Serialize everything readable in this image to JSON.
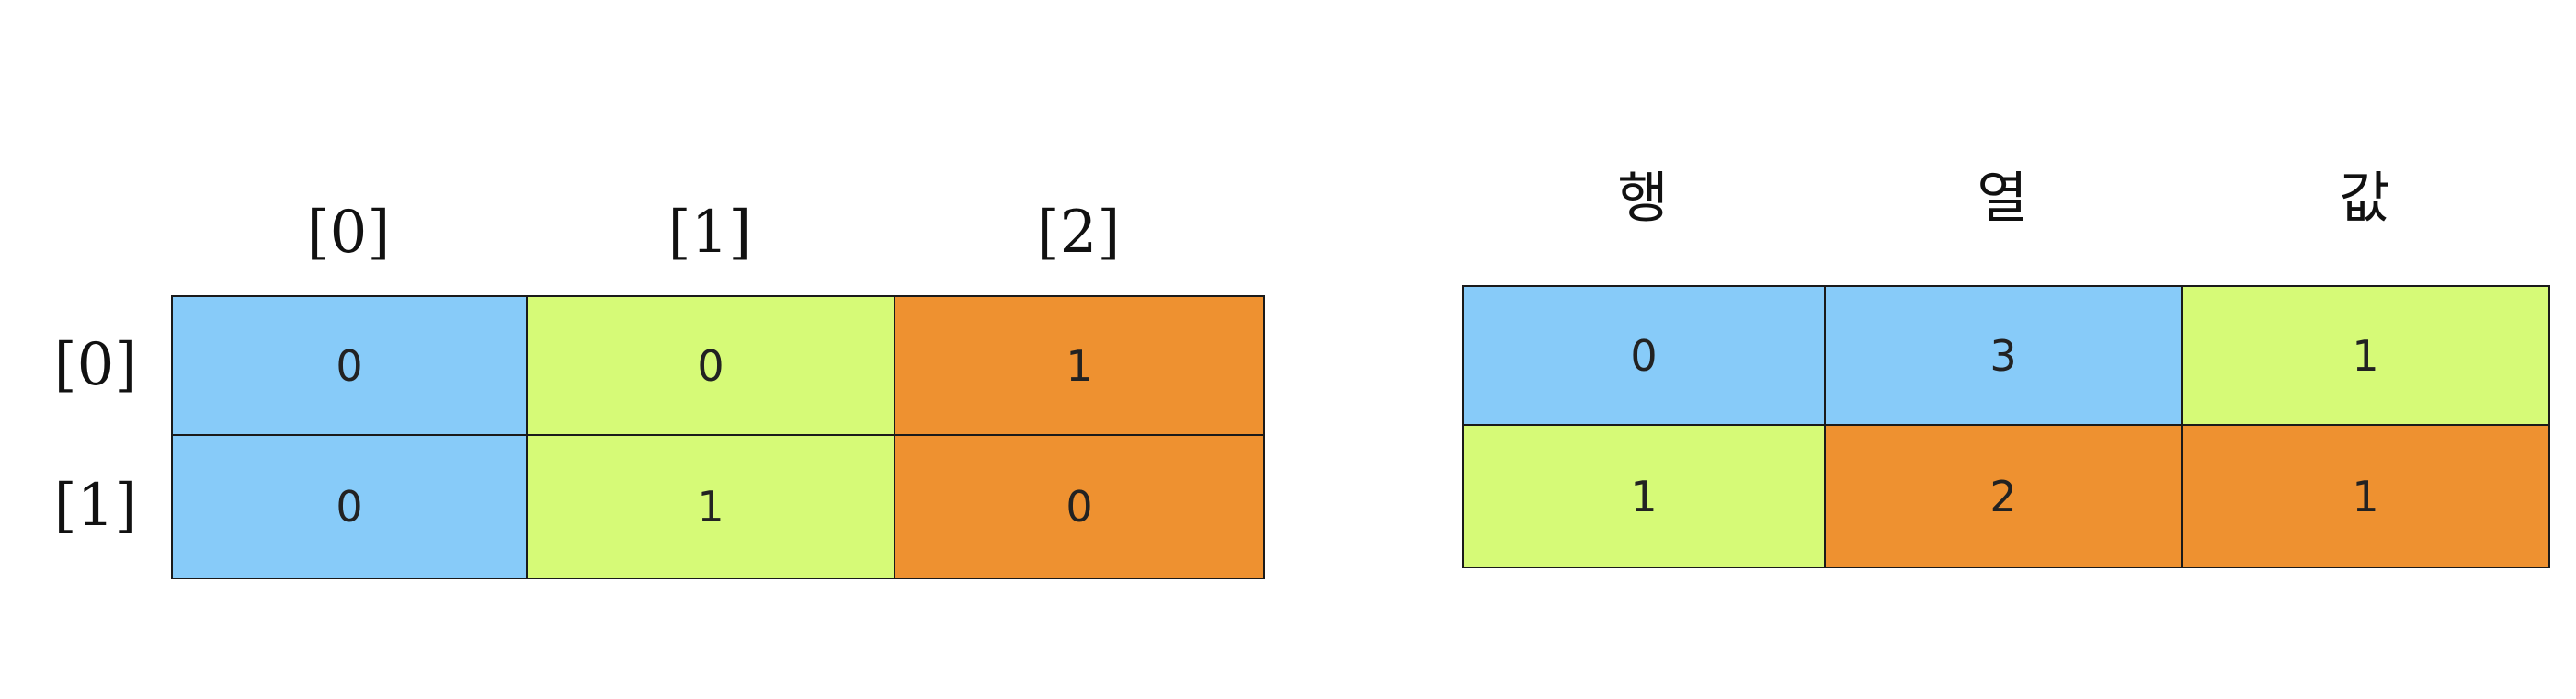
{
  "colors": {
    "blue": "#87CBF9",
    "green": "#D6FA77",
    "orange": "#EE9130",
    "border": "#1a1a1a"
  },
  "matrix": {
    "col_labels": [
      "[0]",
      "[1]",
      "[2]"
    ],
    "row_labels": [
      "[0]",
      "[1]"
    ],
    "rows": [
      {
        "values": [
          "0",
          "0",
          "1"
        ],
        "colors": [
          "blue",
          "green",
          "orange"
        ]
      },
      {
        "values": [
          "0",
          "1",
          "0"
        ],
        "colors": [
          "blue",
          "green",
          "orange"
        ]
      }
    ]
  },
  "sparse": {
    "headers": [
      "행",
      "열",
      "값"
    ],
    "rows": [
      {
        "values": [
          "0",
          "3",
          "1"
        ],
        "colors": [
          "blue",
          "blue",
          "green"
        ]
      },
      {
        "values": [
          "1",
          "2",
          "1"
        ],
        "colors": [
          "green",
          "orange",
          "orange"
        ]
      }
    ]
  }
}
